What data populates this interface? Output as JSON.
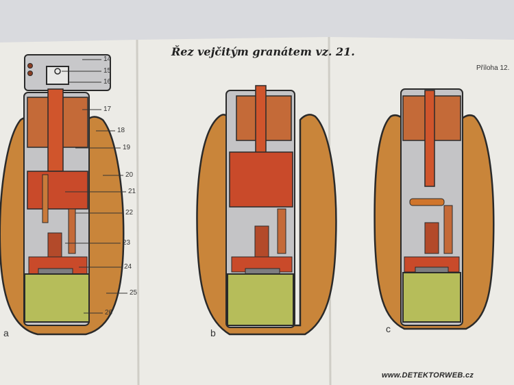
{
  "title": "Řez vejčitým granátem vz. 21.",
  "appendix": "Příloha 12.",
  "part_numbers": [
    "14",
    "15",
    "16",
    "17",
    "18",
    "19",
    "20",
    "21",
    "22",
    "23",
    "24",
    "25",
    "26"
  ],
  "variants": [
    "a",
    "b",
    "c"
  ],
  "watermark": "www.DETEKTORWEB.cz",
  "colors": {
    "paper": "#ecebe6",
    "background": "#d9dade",
    "egg_body": "#c9853a",
    "explosive": "#c94a2a",
    "detonator": "#c46a38",
    "cavity": "#c4c4c6",
    "base_charge": "#b6bd5a",
    "outline": "#2a2a2a"
  }
}
